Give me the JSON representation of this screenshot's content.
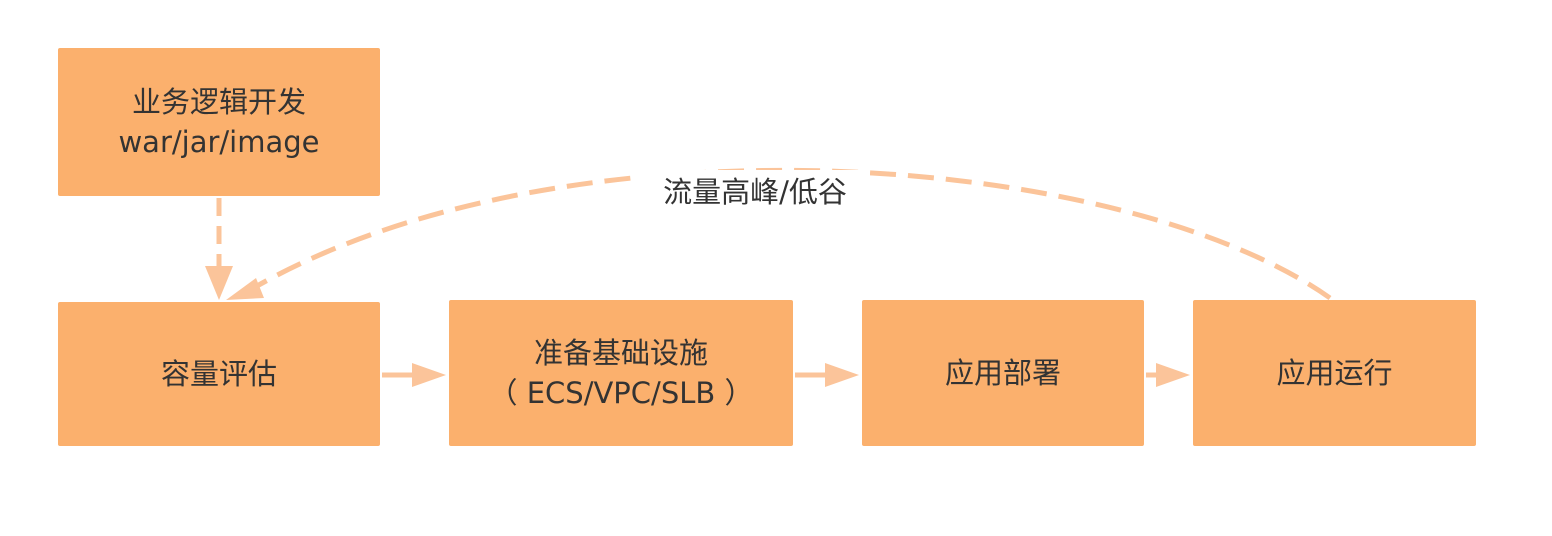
{
  "nodes": {
    "dev": {
      "line1": "业务逻辑开发",
      "line2": "war/jar/image"
    },
    "assess": {
      "line1": "容量评估"
    },
    "infra": {
      "line1": "准备基础设施",
      "line2": "（ ECS/VPC/SLB ）"
    },
    "deploy": {
      "line1": "应用部署"
    },
    "run": {
      "line1": "应用运行"
    }
  },
  "edges": {
    "feedback_label": "流量高峰/低谷"
  },
  "colors": {
    "box_fill": "#fbb06d",
    "arrow": "#fbc49a",
    "text": "#333333"
  }
}
